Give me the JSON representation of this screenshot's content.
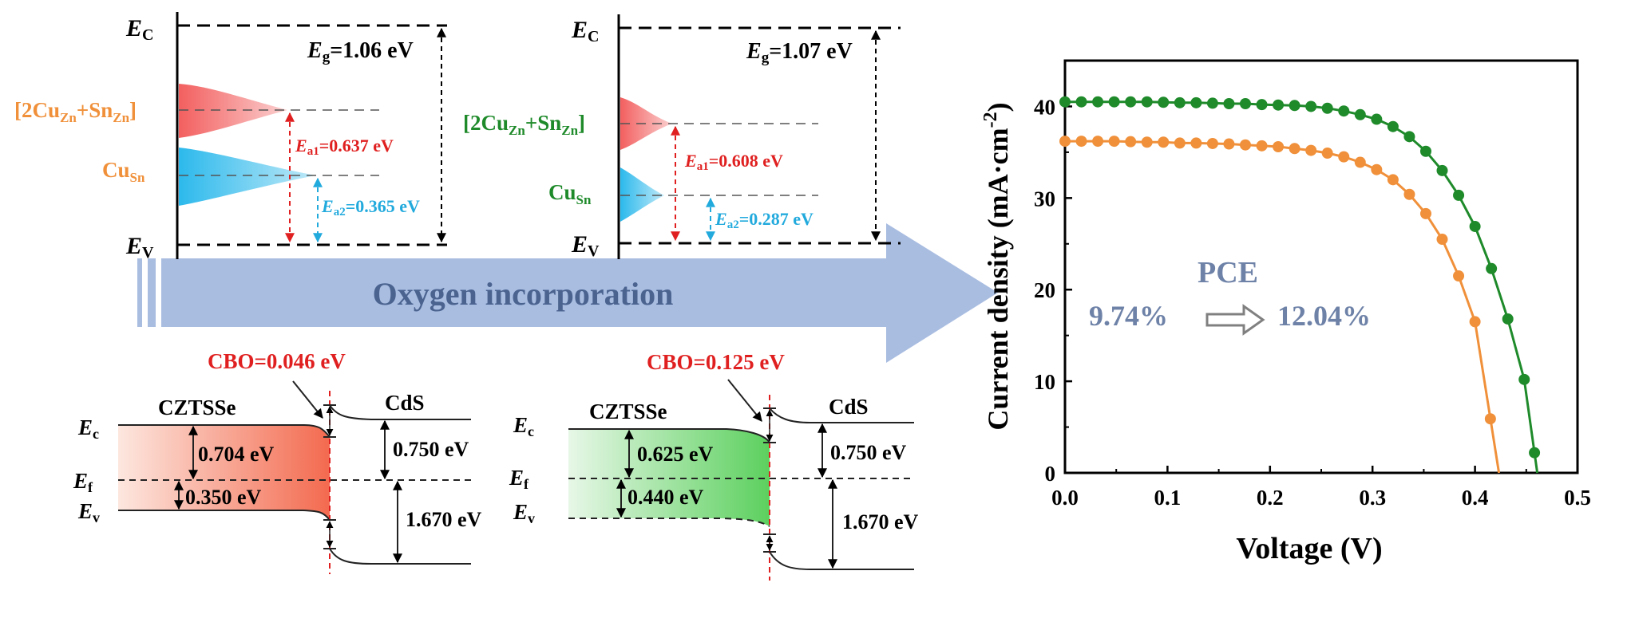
{
  "colors": {
    "orange": "#f0903a",
    "green": "#1e8a2a",
    "red": "#e02020",
    "cyan": "#22aadd",
    "arrow": "#a9bde1",
    "pce_text": "#6e82a8",
    "arrow_text": "#4a638f",
    "pink_fill": "#f47a7a",
    "blue_fill": "#3ec3ee"
  },
  "arrow_label": "Oxygen incorporation",
  "diagram_left": {
    "ec": "E",
    "ec_sub": "C",
    "ev": "E",
    "ev_sub": "V",
    "eg_e": "E",
    "eg_sub": "g",
    "eg_val": "=1.06 eV",
    "defect1": {
      "a": "[2Cu",
      "b": "Zn",
      "c": "+Sn",
      "d": "Zn",
      "e": "]"
    },
    "defect2": {
      "a": "Cu",
      "b": "Sn"
    },
    "ea1": {
      "e": "E",
      "sub": "a1",
      "val": "=0.637 eV"
    },
    "ea2": {
      "e": "E",
      "sub": "a2",
      "val": "=0.365 eV"
    }
  },
  "diagram_right": {
    "ec": "E",
    "ec_sub": "C",
    "ev": "E",
    "ev_sub": "V",
    "eg_e": "E",
    "eg_sub": "g",
    "eg_val": "=1.07 eV",
    "defect1": {
      "a": "[2Cu",
      "b": "Zn",
      "c": "+Sn",
      "d": "Zn",
      "e": "]"
    },
    "defect2": {
      "a": "Cu",
      "b": "Sn"
    },
    "ea1": {
      "e": "E",
      "sub": "a1",
      "val": "=0.608 eV"
    },
    "ea2": {
      "e": "E",
      "sub": "a2",
      "val": "=0.287 eV"
    }
  },
  "band_left": {
    "cbo": "CBO=0.046 eV",
    "absorber": "CZTSSe",
    "buffer": "CdS",
    "ec": "E",
    "ec_sub": "c",
    "ef": "E",
    "ef_sub": "f",
    "ev": "E",
    "ev_sub": "v",
    "d1": "0.704 eV",
    "d2": "0.350 eV",
    "d3": "0.750 eV",
    "d4": "1.670 eV"
  },
  "band_right": {
    "cbo": "CBO=0.125 eV",
    "absorber": "CZTSSe",
    "buffer": "CdS",
    "ec": "E",
    "ec_sub": "c",
    "ef": "E",
    "ef_sub": "f",
    "ev": "E",
    "ev_sub": "v",
    "d1": "0.625 eV",
    "d2": "0.440 eV",
    "d3": "0.750 eV",
    "d4": "1.670 eV"
  },
  "pce": {
    "title": "PCE",
    "before": "9.74%",
    "after": "12.04%"
  },
  "chart_data": {
    "type": "line",
    "xlabel": "Voltage (V)",
    "ylabel_main": "Current density (mA·cm",
    "ylabel_sup": "-2",
    "ylabel_end": ")",
    "xlim": [
      0,
      0.5
    ],
    "ylim": [
      0,
      45
    ],
    "xticks": [
      "0.0",
      "0.1",
      "0.2",
      "0.3",
      "0.4",
      "0.5"
    ],
    "yticks": [
      "0",
      "10",
      "20",
      "30",
      "40"
    ],
    "series": [
      {
        "color": "#1e8a2a",
        "x": [
          0.0,
          0.016,
          0.032,
          0.048,
          0.064,
          0.08,
          0.096,
          0.112,
          0.128,
          0.144,
          0.16,
          0.176,
          0.192,
          0.208,
          0.224,
          0.24,
          0.256,
          0.272,
          0.288,
          0.304,
          0.32,
          0.336,
          0.352,
          0.368,
          0.384,
          0.4,
          0.416,
          0.432,
          0.448
        ],
        "y": [
          40.5,
          40.5,
          40.5,
          40.5,
          40.5,
          40.5,
          40.45,
          40.4,
          40.4,
          40.35,
          40.3,
          40.3,
          40.2,
          40.15,
          40.1,
          40.0,
          39.8,
          39.5,
          39.1,
          38.6,
          37.8,
          36.7,
          35.1,
          33.0,
          30.3,
          26.9,
          22.3,
          16.8,
          10.2
        ]
      },
      {
        "color": "#f0903a",
        "x": [
          0.0,
          0.016,
          0.032,
          0.048,
          0.064,
          0.08,
          0.096,
          0.112,
          0.128,
          0.144,
          0.16,
          0.176,
          0.192,
          0.208,
          0.224,
          0.24,
          0.256,
          0.272,
          0.288,
          0.304,
          0.32,
          0.336,
          0.352,
          0.368,
          0.384,
          0.4
        ],
        "y": [
          36.2,
          36.2,
          36.2,
          36.2,
          36.15,
          36.1,
          36.1,
          36.0,
          36.0,
          35.95,
          35.9,
          35.8,
          35.7,
          35.6,
          35.4,
          35.2,
          34.9,
          34.5,
          33.9,
          33.1,
          32.0,
          30.4,
          28.3,
          25.5,
          21.5,
          16.5
        ]
      }
    ],
    "green_tail": {
      "x": [
        0.448,
        0.458
      ],
      "y": [
        10.2,
        2.2
      ]
    },
    "orange_tail": {
      "x": [
        0.4,
        0.415
      ],
      "y": [
        16.5,
        5.9
      ]
    }
  }
}
